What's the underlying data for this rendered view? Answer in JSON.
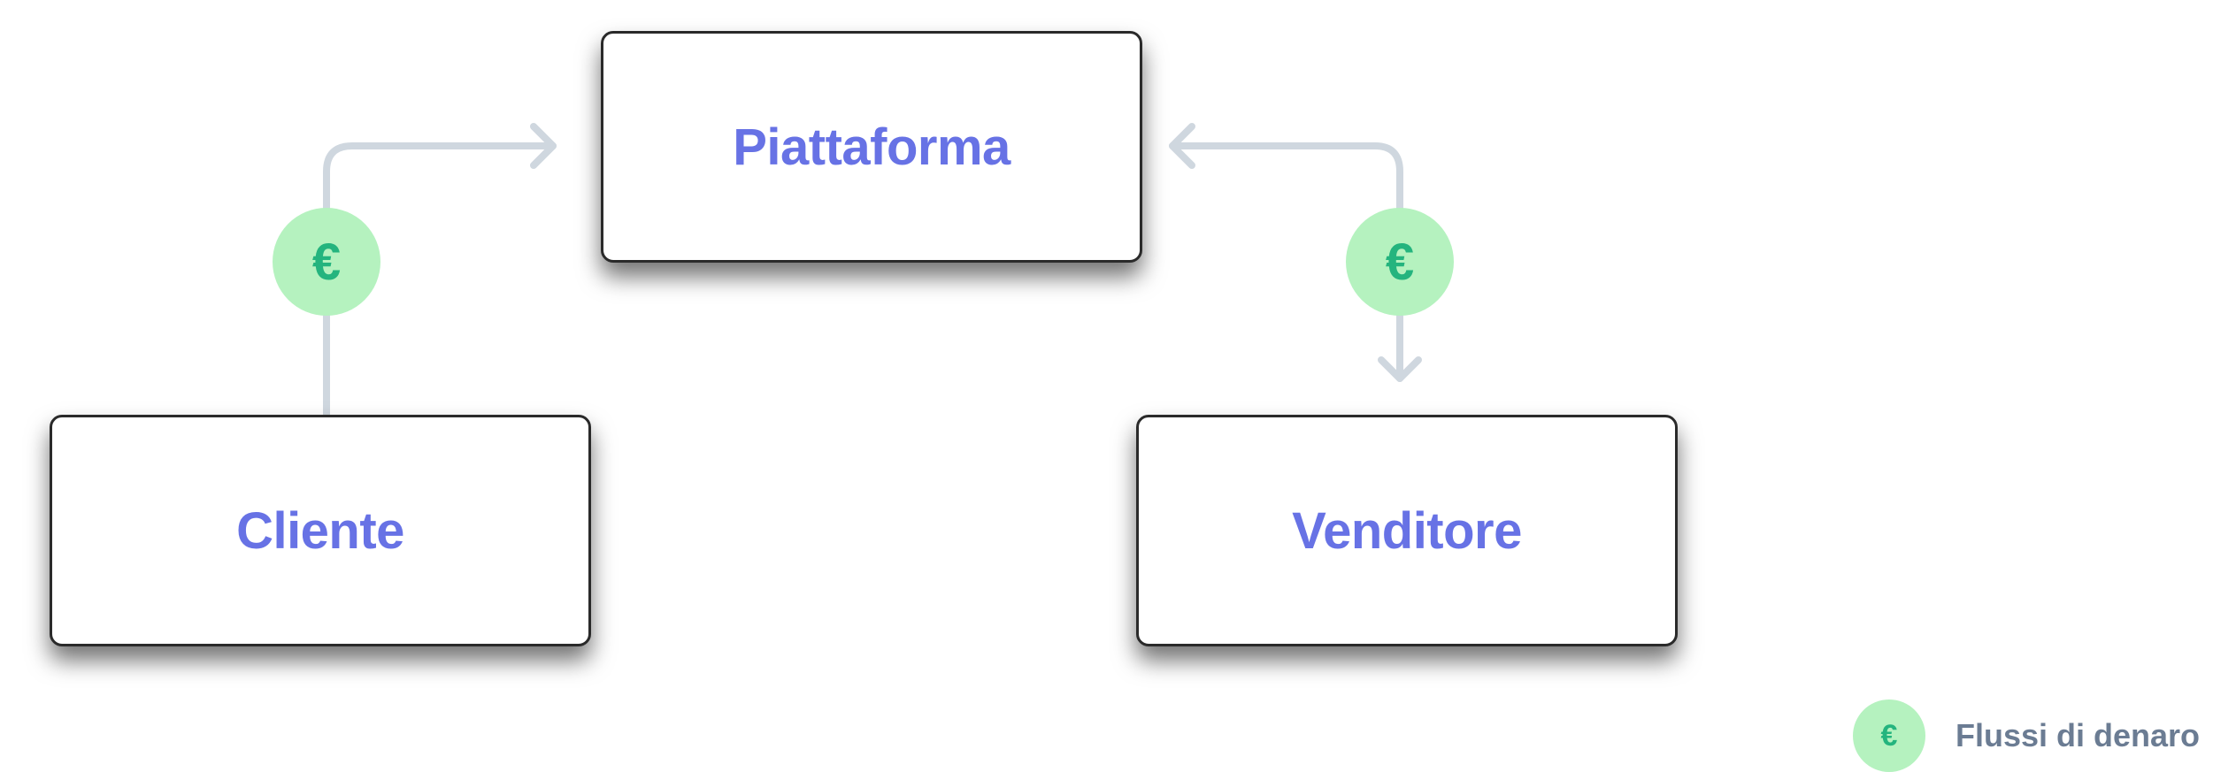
{
  "diagram": {
    "nodes": {
      "platform": {
        "label": "Piattaforma"
      },
      "client": {
        "label": "Cliente"
      },
      "seller": {
        "label": "Venditore"
      }
    },
    "flows": [
      {
        "from": "Cliente",
        "to": "Piattaforma",
        "symbol": "€"
      },
      {
        "from": "Piattaforma",
        "to": "Venditore",
        "symbol": "€"
      }
    ]
  },
  "legend": {
    "symbol": "€",
    "label": "Flussi di denaro"
  },
  "colors": {
    "node_text": "#6772e5",
    "connector": "#cfd7df",
    "coin_fill": "#b5f2bf",
    "coin_symbol": "#24b47e",
    "legend_text": "#6b7c93"
  }
}
